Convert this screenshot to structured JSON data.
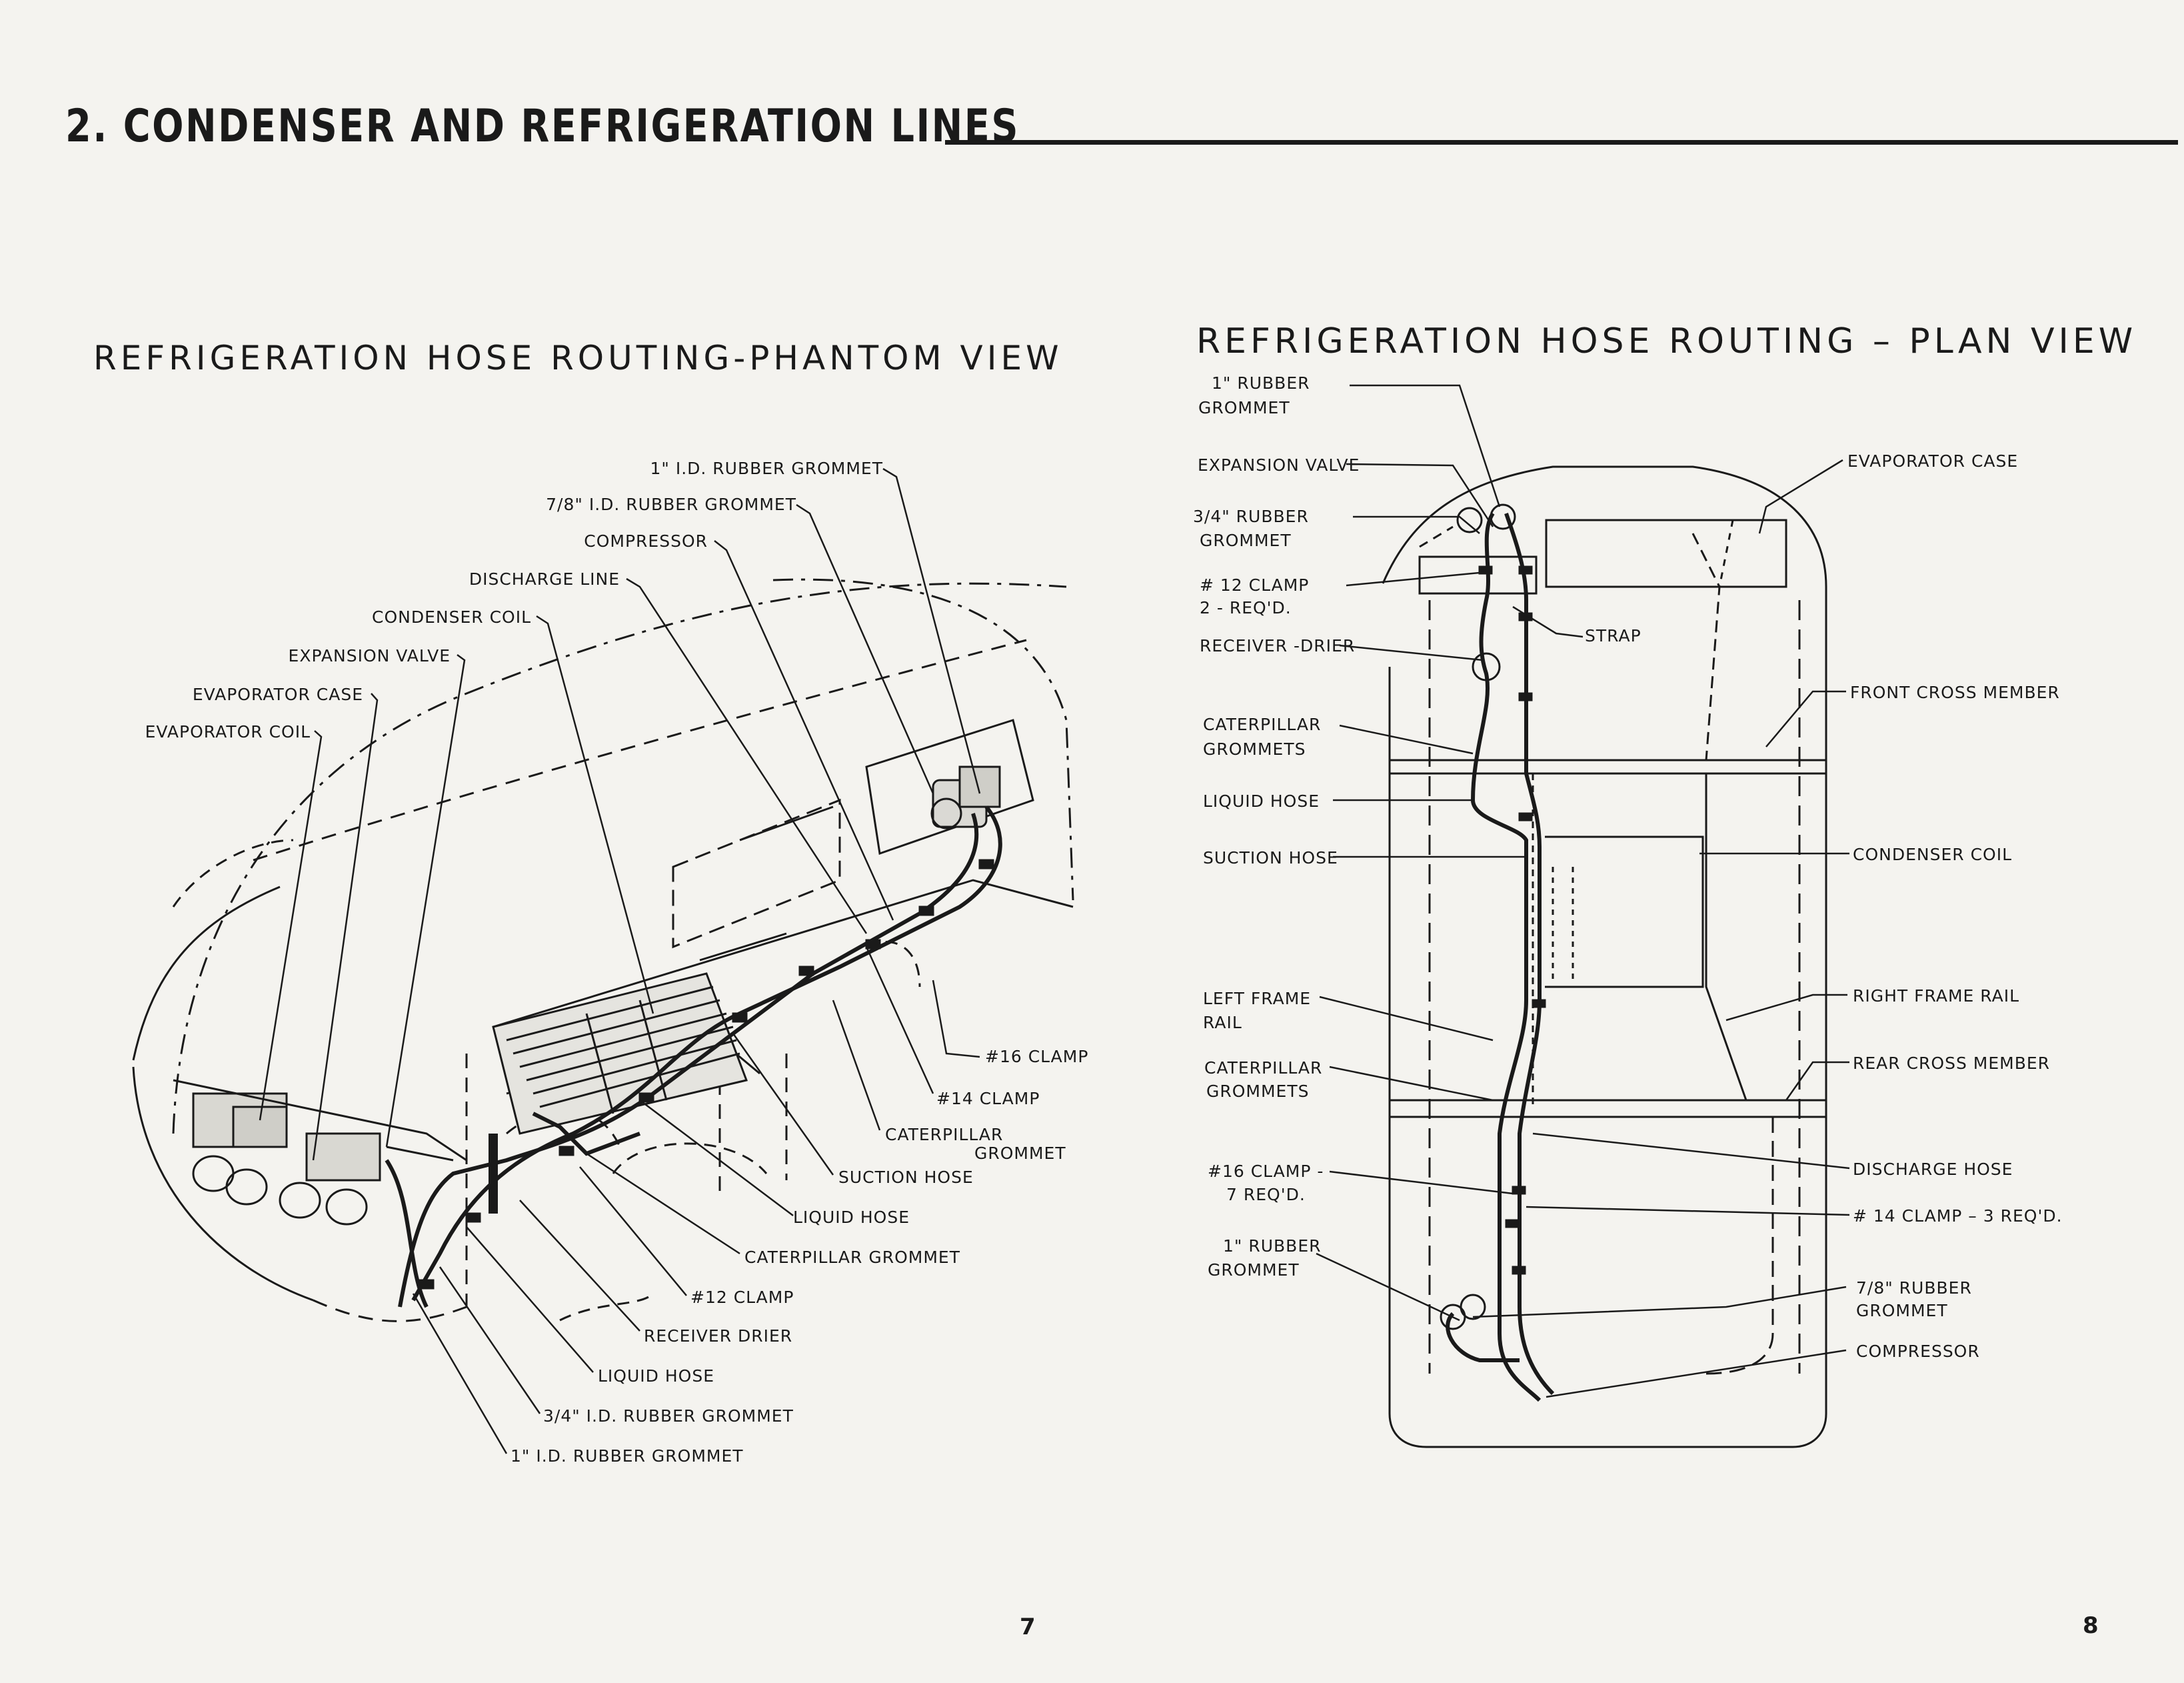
{
  "section_title": "2. CONDENSER  AND  REFRIGERATION LINES",
  "left": {
    "title": "REFRIGERATION HOSE ROUTING-PHANTOM VIEW",
    "labels": [
      "1\" I.D. RUBBER GROMMET",
      "7/8\" I.D. RUBBER GROMMET",
      "COMPRESSOR",
      "DISCHARGE  LINE",
      "CONDENSER  COIL",
      "EXPANSION  VALVE",
      "EVAPORATOR  CASE",
      "EVAPORATOR  COIL",
      "#16 CLAMP",
      "#14  CLAMP",
      "CATERPILLAR",
      "GROMMET",
      "SUCTION  HOSE",
      "LIQUID  HOSE",
      "CATERPILLAR  GROMMET",
      "#12 CLAMP",
      "RECEIVER  DRIER",
      "LIQUID  HOSE",
      "3/4\"  I.D.  RUBBER  GROMMET",
      "1\"  I.D.  RUBBER  GROMMET"
    ],
    "page_number": "7"
  },
  "right": {
    "title": "REFRIGERATION HOSE ROUTING – PLAN VIEW",
    "labels": [
      "1\"  RUBBER",
      "GROMMET",
      "EXPANSION  VALVE",
      "3/4\"  RUBBER",
      "GROMMET",
      "#  12  CLAMP",
      "2 - REQ'D.",
      "RECEIVER -DRIER",
      "CATERPILLAR",
      "GROMMETS",
      "LIQUID  HOSE",
      "SUCTION  HOSE",
      "LEFT  FRAME",
      "RAIL",
      "CATERPILLAR",
      "GROMMETS",
      "#16 CLAMP -",
      "7  REQ'D.",
      "1\" RUBBER",
      "GROMMET",
      "EVAPORATOR  CASE",
      "STRAP",
      "FRONT  CROSS  MEMBER",
      "CONDENSER  COIL",
      "RIGHT  FRAME  RAIL",
      "REAR  CROSS  MEMBER",
      "DISCHARGE  HOSE",
      "# 14  CLAMP  – 3  REQ'D.",
      "7/8\"  RUBBER",
      "GROMMET",
      "COMPRESSOR"
    ],
    "page_number": "8"
  }
}
